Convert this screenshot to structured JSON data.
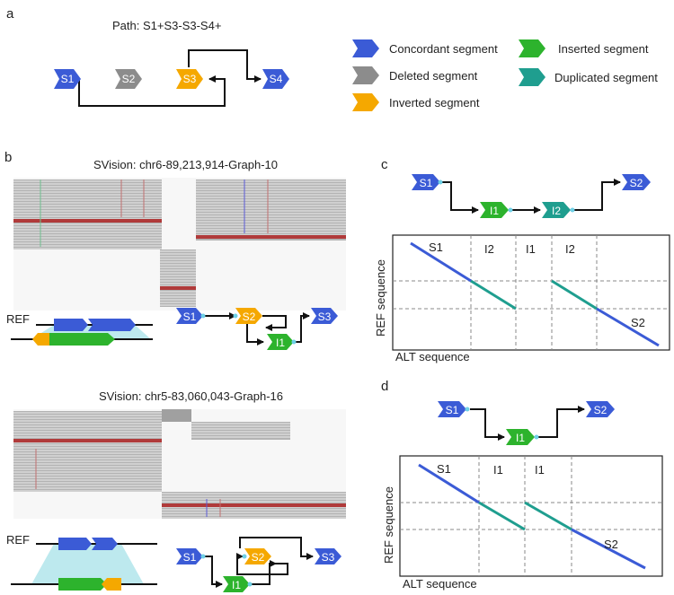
{
  "colors": {
    "concordant": "#3b5bd6",
    "deleted": "#8c8c8c",
    "inverted": "#f5a800",
    "inserted": "#2db32d",
    "duplicated": "#1f9e8f",
    "read_gray": "#b3b3b3",
    "read_red": "#b03a3a",
    "link_dot": "#6fd0e6",
    "shade": "#bde9ee"
  },
  "panels": {
    "a": {
      "letter": "a",
      "path_title": "Path: S1+S3-S3-S4+",
      "segments": [
        "S1",
        "S2",
        "S3",
        "S4"
      ],
      "legend": [
        {
          "label": "Concordant segment",
          "color_key": "concordant"
        },
        {
          "label": "Inserted segment",
          "color_key": "inserted"
        },
        {
          "label": "Deleted segment",
          "color_key": "deleted"
        },
        {
          "label": "Duplicated segment",
          "color_key": "duplicated"
        },
        {
          "label": "Inverted segment",
          "color_key": "inverted"
        }
      ]
    },
    "b": {
      "letter": "b",
      "title1": "SVision: chr6-89,213,914-Graph-10",
      "title2": "SVision: chr5-83,060,043-Graph-16",
      "ref_label": "REF",
      "graph1": [
        "S1",
        "S2",
        "S3",
        "I1"
      ],
      "graph2": [
        "S1",
        "S2",
        "S3",
        "I1"
      ]
    },
    "c": {
      "letter": "c",
      "graph": [
        "S1",
        "I1",
        "I2",
        "S2"
      ],
      "plot_labels": [
        "S1",
        "I2",
        "I1",
        "I2",
        "S2"
      ],
      "xlabel": "ALT sequence",
      "ylabel": "REF sequence"
    },
    "d": {
      "letter": "d",
      "graph": [
        "S1",
        "I1",
        "S2"
      ],
      "plot_labels": [
        "S1",
        "I1",
        "I1",
        "S2"
      ],
      "xlabel": "ALT sequence",
      "ylabel": "REF sequence"
    }
  }
}
